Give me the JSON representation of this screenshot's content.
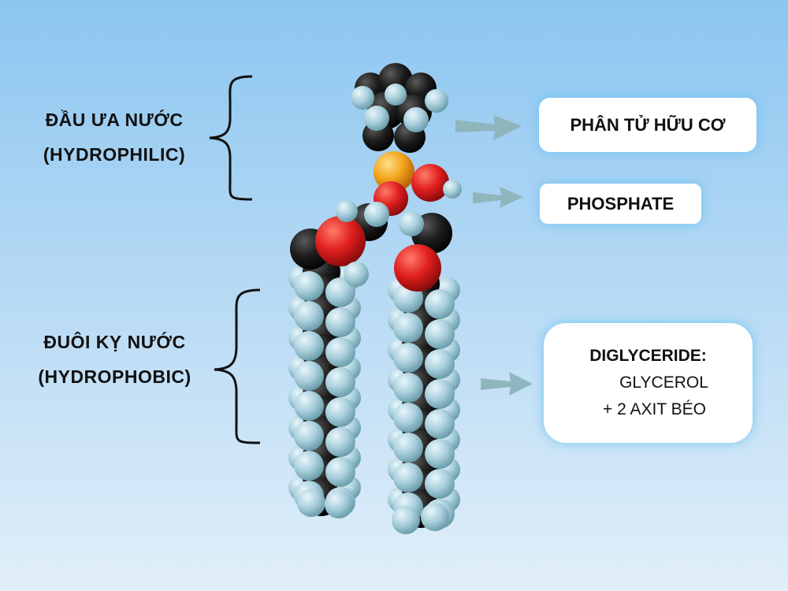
{
  "hydrophilic_head": {
    "line1": "ĐẦU ƯA NƯỚC",
    "line2": "(HYDROPHILIC)"
  },
  "hydrophobic_tail": {
    "line1": "ĐUÔI KỴ NƯỚC",
    "line2": "(HYDROPHOBIC)"
  },
  "organic_molecule": "PHÂN TỬ HỮU CƠ",
  "phosphate": "PHOSPHATE",
  "diglyceride": {
    "title": "DIGLYCERIDE:",
    "line2": "GLYCEROL",
    "line3": "+ 2 AXIT BÉO"
  },
  "colors": {
    "carbon": "#1d1d1d",
    "hydrogen": "#a9cfdc",
    "oxygen": "#e01f1f",
    "phosphorus": "#f2a31b",
    "arrow": "#8fb6bd",
    "box_glow": "#5abef0"
  }
}
